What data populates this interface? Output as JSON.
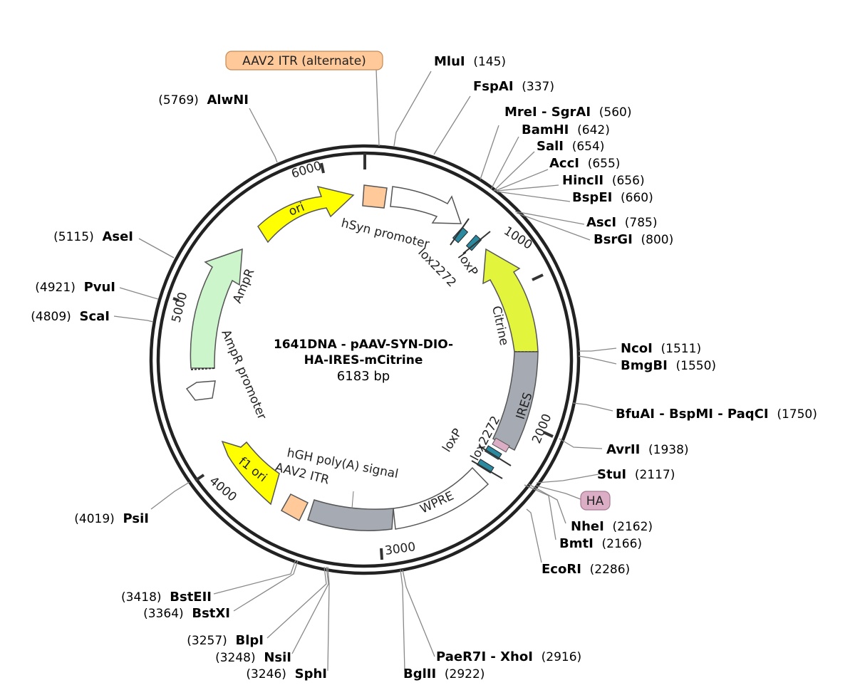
{
  "plasmid": {
    "title_line1": "1641DNA - pAAV-SYN-DIO-",
    "title_line2": "HA-IRES-mCitrine",
    "size_label": "6183 bp"
  },
  "tick_labels": [
    "1000",
    "2000",
    "3000",
    "4000",
    "5000",
    "6000"
  ],
  "sites_right": [
    {
      "name": "MluI",
      "pos": "(145)"
    },
    {
      "name": "FspAI",
      "pos": "(337)"
    },
    {
      "name": "MreI - SgrAI",
      "pos": "(560)"
    },
    {
      "name": "BamHI",
      "pos": "(642)"
    },
    {
      "name": "SalI",
      "pos": "(654)"
    },
    {
      "name": "AccI",
      "pos": "(655)"
    },
    {
      "name": "HincII",
      "pos": "(656)"
    },
    {
      "name": "BspEI",
      "pos": "(660)"
    },
    {
      "name": "AscI",
      "pos": "(785)"
    },
    {
      "name": "BsrGI",
      "pos": "(800)"
    },
    {
      "name": "NcoI",
      "pos": "(1511)"
    },
    {
      "name": "BmgBI",
      "pos": "(1550)"
    },
    {
      "name": "BfuAI - BspMI - PaqCI",
      "pos": "(1750)"
    },
    {
      "name": "AvrII",
      "pos": "(1938)"
    },
    {
      "name": "StuI",
      "pos": "(2117)"
    },
    {
      "name": "NheI",
      "pos": "(2162)"
    },
    {
      "name": "BmtI",
      "pos": "(2166)"
    },
    {
      "name": "EcoRI",
      "pos": "(2286)"
    },
    {
      "name": "PaeR7I - XhoI",
      "pos": "(2916)"
    },
    {
      "name": "BglII",
      "pos": "(2922)"
    }
  ],
  "sites_left": [
    {
      "name": "AlwNI",
      "pos": "(5769)"
    },
    {
      "name": "AseI",
      "pos": "(5115)"
    },
    {
      "name": "PvuI",
      "pos": "(4921)"
    },
    {
      "name": "ScaI",
      "pos": "(4809)"
    },
    {
      "name": "PsiI",
      "pos": "(4019)"
    },
    {
      "name": "BstEII",
      "pos": "(3418)"
    },
    {
      "name": "BstXI",
      "pos": "(3364)"
    },
    {
      "name": "BlpI",
      "pos": "(3257)"
    },
    {
      "name": "NsiI",
      "pos": "(3248)"
    },
    {
      "name": "SphI",
      "pos": "(3246)"
    }
  ],
  "badges": {
    "itr_alternate": "AAV2 ITR (alternate)",
    "ha": "HA"
  },
  "features": {
    "ori": "ori",
    "hsyn": "hSyn promoter",
    "lox2272_top": "lox2272",
    "loxp_top": "loxP",
    "citrine": "Citrine",
    "ires": "IRES",
    "lox2272_bottom": "lox2272",
    "loxp_bottom": "loxP",
    "wpre": "WPRE",
    "hgh": "hGH poly(A) signal",
    "itr": "AAV2 ITR",
    "f1ori": "f1 ori",
    "ampr_promoter": "AmpR promoter",
    "ampr": "AmpR"
  },
  "colors": {
    "ori": "#ffff00",
    "f1ori": "#ffff00",
    "citrine": "#e2f53c",
    "ampr": "#ccf5cc",
    "ires": "#a6abb3",
    "hgh": "#a6abb3",
    "itr": "#ffc99a",
    "ha": "#dcaec6",
    "lox": "#2c8aa0",
    "ring": "#222222"
  }
}
